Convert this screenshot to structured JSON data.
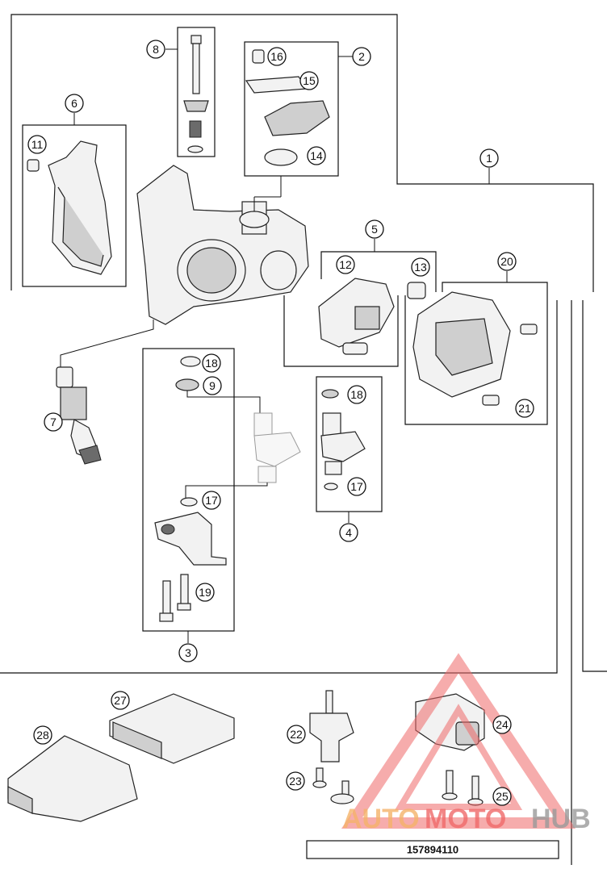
{
  "diagram_number": "157894110",
  "callouts": [
    "1",
    "2",
    "3",
    "4",
    "5",
    "6",
    "7",
    "8",
    "9",
    "11",
    "12",
    "13",
    "14",
    "15",
    "16",
    "17",
    "17",
    "18",
    "18",
    "19",
    "20",
    "21",
    "22",
    "23",
    "24",
    "25",
    "27",
    "28"
  ],
  "watermark": {
    "auto": "AUTO",
    "moto": "MOTO",
    "hub": "HUB"
  },
  "colors": {
    "line": "#111111",
    "watermark_auto": "#f5b36a",
    "watermark_moto": "#f06a6a",
    "watermark_hub": "#9a9a9a",
    "watermark_triangle": "#f06a6a"
  }
}
